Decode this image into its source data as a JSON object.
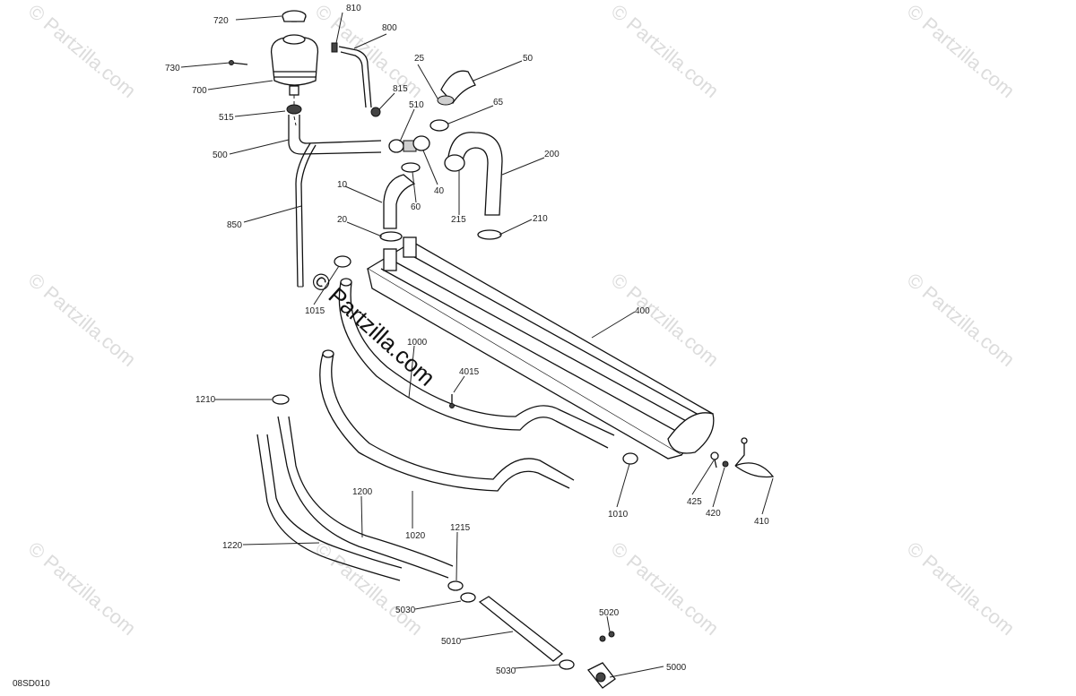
{
  "diagram_code": "08SD010",
  "watermark": "© Partzilla.com",
  "center_watermark": "© Partzilla.com",
  "callouts": {
    "c720": "720",
    "c810": "810",
    "c800": "800",
    "c730": "730",
    "c700": "700",
    "c25": "25",
    "c50": "50",
    "c815": "815",
    "c515": "515",
    "c510": "510",
    "c65": "65",
    "c500": "500",
    "c200": "200",
    "c40": "40",
    "c10": "10",
    "c60": "60",
    "c215": "215",
    "c210": "210",
    "c20": "20",
    "c850": "850",
    "c1015": "1015",
    "c400": "400",
    "c1000": "1000",
    "c4015": "4015",
    "c1210": "1210",
    "c425": "425",
    "c420": "420",
    "c410": "410",
    "c1010": "1010",
    "c1200": "1200",
    "c1020": "1020",
    "c1215": "1215",
    "c1220": "1220",
    "c5030a": "5030",
    "c5010": "5010",
    "c5020": "5020",
    "c5030b": "5030",
    "c5000": "5000"
  }
}
